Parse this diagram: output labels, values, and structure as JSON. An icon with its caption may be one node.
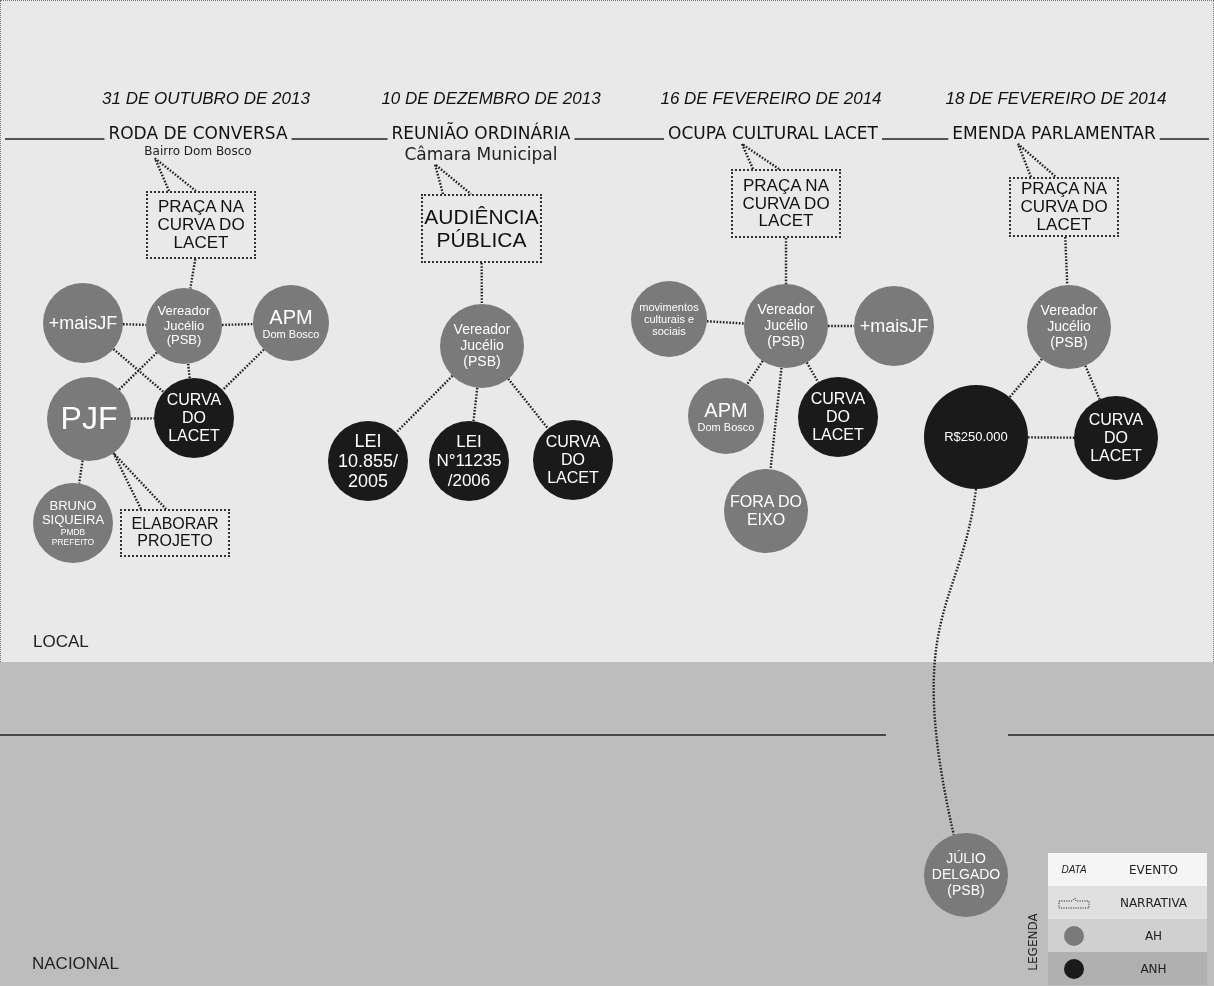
{
  "diagram": {
    "nodes": [
      {
        "text": [
          "LOCAL"
        ]
      },
      {
        "text": [
          "NACIONAL"
        ]
      },
      {
        "text": [
          "RODA DE CONVERSA",
          "Bairro Dom Bosco"
        ],
        "beside": [
          "31 DE OUTUBRO DE 2013"
        ],
        "in": 0
      },
      {
        "text": [
          "PRAÇA NA CURVA DO LACET"
        ],
        "in": 0
      },
      {
        "text": [
          "+maisJF"
        ],
        "in": 0
      },
      {
        "text": [
          "Vereador Jucélio (PSB)"
        ],
        "in": 0
      },
      {
        "text": [
          "APM",
          "Dom Bosco"
        ],
        "in": 0
      },
      {
        "text": [
          "PJF"
        ],
        "in": 0
      },
      {
        "text": [
          "CURVA DO LACET"
        ],
        "in": 0
      },
      {
        "text": [
          "BRUNO SIQUEIRA",
          "PMDB PREFEITO"
        ],
        "in": 0
      },
      {
        "text": [
          "ELABORAR PROJETO"
        ],
        "in": 0
      },
      {
        "text": [
          "REUNIÃO ORDINÁRIA",
          "Câmara Municipal"
        ],
        "beside": [
          "10 DE DEZEMBRO DE 2013"
        ],
        "in": 0
      },
      {
        "text": [
          "AUDIÊNCIA PÚBLICA"
        ],
        "in": 0
      },
      {
        "text": [
          "Vereador Jucélio (PSB)"
        ],
        "in": 0
      },
      {
        "text": [
          "LEI 10.855/ 2005"
        ],
        "in": 0
      },
      {
        "text": [
          "LEI N°11235 /2006"
        ],
        "in": 0
      },
      {
        "text": [
          "CURVA DO LACET"
        ],
        "in": 0
      },
      {
        "text": [
          "OCUPA CULTURAL LACET"
        ],
        "beside": [
          "16 DE FEVEREIRO DE 2014"
        ],
        "in": 0
      },
      {
        "text": [
          "PRAÇA NA CURVA DO LACET"
        ],
        "in": 0
      },
      {
        "text": [
          "movimentos culturais e sociais"
        ],
        "in": 0
      },
      {
        "text": [
          "Vereador Jucélio (PSB)"
        ],
        "in": 0
      },
      {
        "text": [
          "+maisJF"
        ],
        "in": 0
      },
      {
        "text": [
          "APM",
          "Dom Bosco"
        ],
        "in": 0
      },
      {
        "text": [
          "CURVA DO LACET"
        ],
        "in": 0
      },
      {
        "text": [
          "FORA DO EIXO"
        ],
        "in": 0
      },
      {
        "text": [
          "EMENDA PARLAMENTAR"
        ],
        "beside": [
          "18 DE FEVEREIRO DE 2014"
        ],
        "in": 0
      },
      {
        "text": [
          "PRAÇA NA CURVA DO LACET"
        ],
        "in": 0
      },
      {
        "text": [
          "Vereador Jucélio (PSB)"
        ],
        "in": 0
      },
      {
        "text": [
          "R$250.000"
        ],
        "in": 0
      },
      {
        "text": [
          "CURVA DO LACET"
        ],
        "in": 0
      },
      {
        "text": [
          "JÚLIO DELGADO (PSB)"
        ],
        "in": 1
      }
    ],
    "edges": [
      {
        "from": null,
        "to": 2,
        "arrow": "none"
      },
      {
        "from": 2,
        "to": 11,
        "arrow": "none"
      },
      {
        "from": 11,
        "to": 17,
        "arrow": "none"
      },
      {
        "from": 17,
        "to": 25,
        "arrow": "none"
      },
      {
        "from": 25,
        "to": null,
        "arrow": "none"
      },
      {
        "from": 3,
        "to": 2,
        "arrow": "none",
        "style": "dashed"
      },
      {
        "from": 3,
        "to": 5,
        "arrow": "none",
        "style": "dashed"
      },
      {
        "from": 4,
        "to": 5,
        "arrow": "none",
        "style": "dashed"
      },
      {
        "from": 5,
        "to": 6,
        "arrow": "none",
        "style": "dashed"
      },
      {
        "from": 4,
        "to": 8,
        "arrow": "none",
        "style": "dashed"
      },
      {
        "from": 5,
        "to": 7,
        "arrow": "none",
        "style": "dashed"
      },
      {
        "from": 5,
        "to": 8,
        "arrow": "none",
        "style": "dashed"
      },
      {
        "from": 6,
        "to": 8,
        "arrow": "none",
        "style": "dashed"
      },
      {
        "from": 7,
        "to": 8,
        "arrow": "none",
        "style": "dashed"
      },
      {
        "from": 7,
        "to": 9,
        "arrow": "none",
        "style": "dashed"
      },
      {
        "from": 10,
        "to": 7,
        "arrow": "none",
        "style": "dashed"
      },
      {
        "from": 12,
        "to": 11,
        "arrow": "none",
        "style": "dashed"
      },
      {
        "from": 12,
        "to": 13,
        "arrow": "none",
        "style": "dashed"
      },
      {
        "from": 13,
        "to": 14,
        "arrow": "none",
        "style": "dashed"
      },
      {
        "from": 13,
        "to": 15,
        "arrow": "none",
        "style": "dashed"
      },
      {
        "from": 13,
        "to": 16,
        "arrow": "none",
        "style": "dashed"
      },
      {
        "from": 18,
        "to": 17,
        "arrow": "none",
        "style": "dashed"
      },
      {
        "from": 18,
        "to": 20,
        "arrow": "none",
        "style": "dashed"
      },
      {
        "from": 19,
        "to": 20,
        "arrow": "none",
        "style": "dashed"
      },
      {
        "from": 20,
        "to": 21,
        "arrow": "none",
        "style": "dashed"
      },
      {
        "from": 20,
        "to": 22,
        "arrow": "none",
        "style": "dashed"
      },
      {
        "from": 20,
        "to": 24,
        "arrow": "none",
        "style": "dashed"
      },
      {
        "from": 20,
        "to": 23,
        "arrow": "none",
        "style": "dashed"
      },
      {
        "from": 26,
        "to": 25,
        "arrow": "none",
        "style": "dashed"
      },
      {
        "from": 26,
        "to": 27,
        "arrow": "none",
        "style": "dashed"
      },
      {
        "from": 27,
        "to": 28,
        "arrow": "none",
        "style": "dashed"
      },
      {
        "from": 27,
        "to": 29,
        "arrow": "none",
        "style": "dashed"
      },
      {
        "from": 28,
        "to": 29,
        "arrow": "none",
        "style": "dashed"
      },
      {
        "from": 28,
        "to": 30,
        "arrow": "none",
        "style": "dashed"
      }
    ],
    "labels": [
      "DATA",
      "LEGENDA"
    ],
    "legend": [
      {
        "text": "EVENTO"
      },
      {
        "text": "NARRATIVA"
      },
      {
        "text": "AH",
        "color": "#7a7a7a"
      },
      {
        "text": "ANH",
        "color": "#1a1a1a"
      }
    ]
  }
}
